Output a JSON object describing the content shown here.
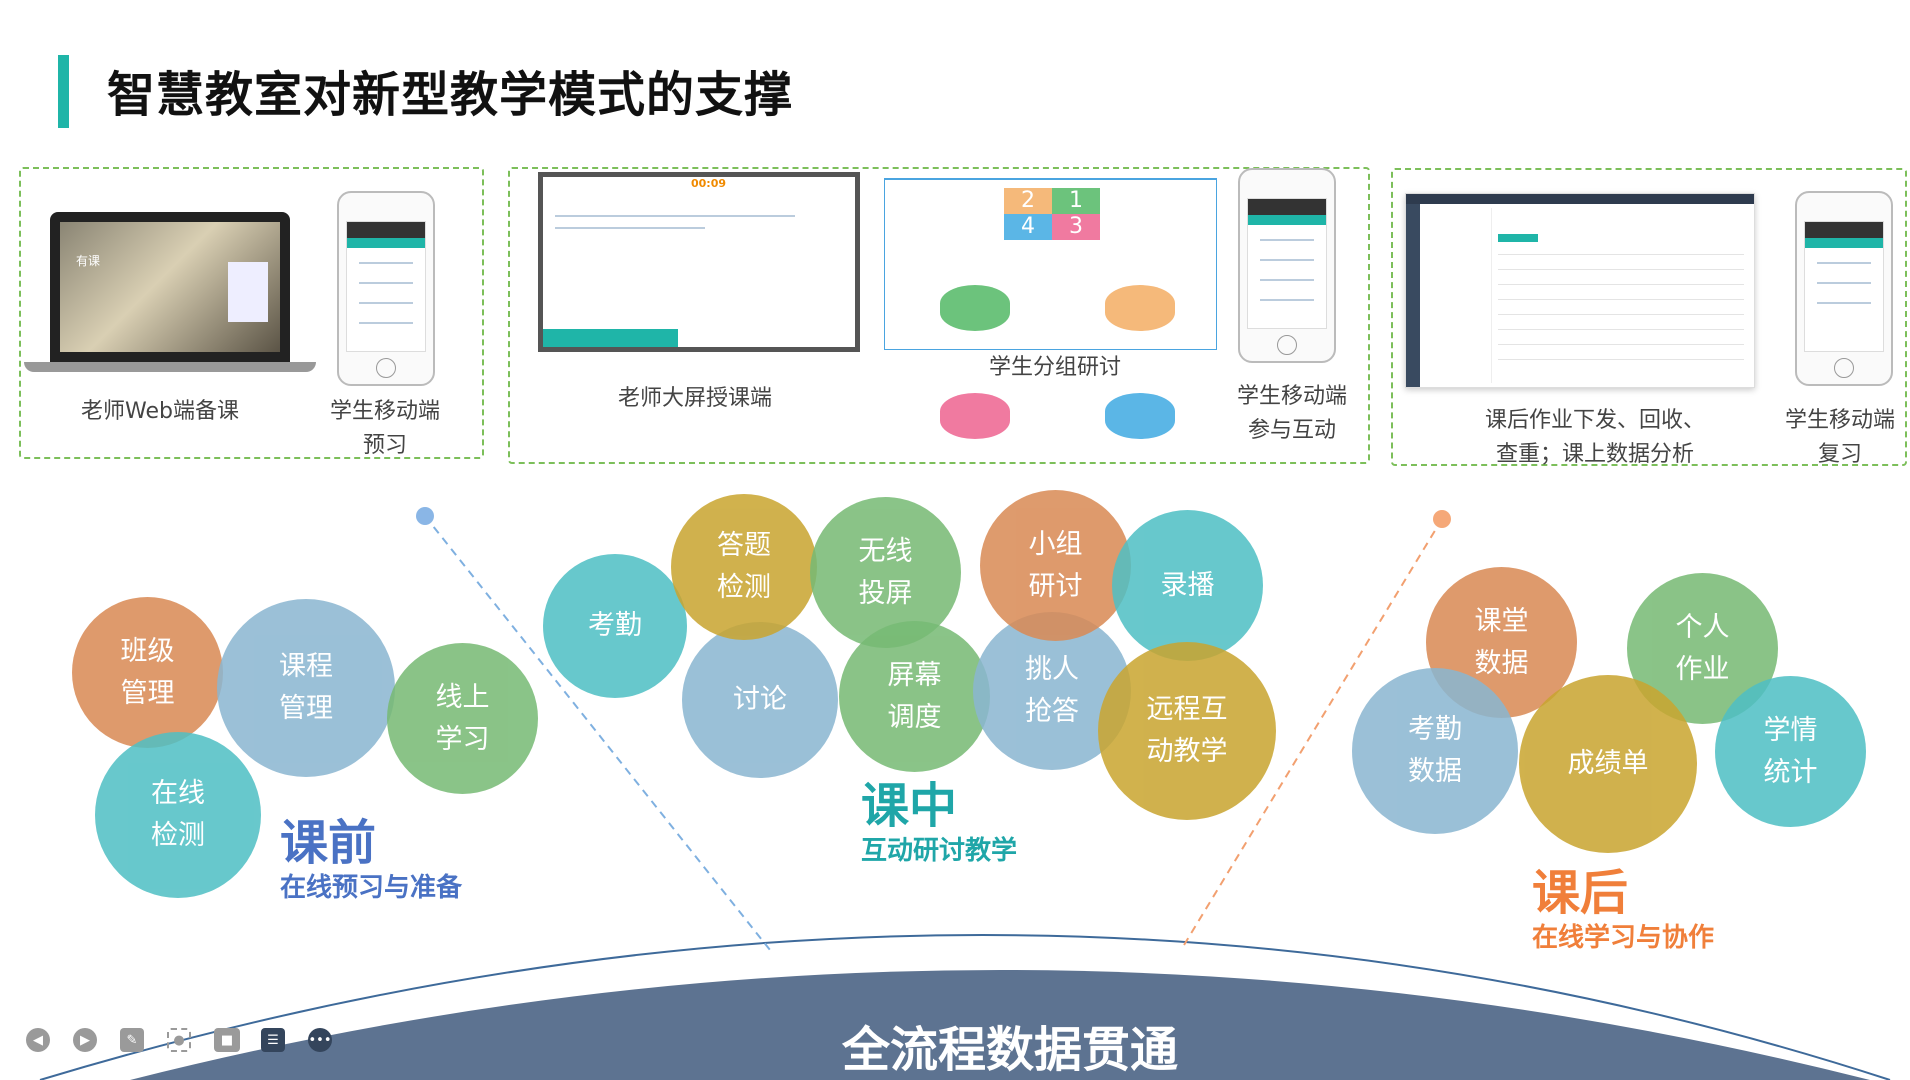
{
  "title": "智慧教室对新型教学模式的支撑",
  "panels": {
    "teacher_web": "老师Web端备课",
    "student_preview": "学生移动端\n预习",
    "teacher_screen": "老师大屏授课端",
    "group_discussion": "学生分组研讨",
    "student_interact": "学生移动端\n参与互动",
    "homework": "课后作业下发、回收、\n查重；课上数据分析",
    "student_review": "学生移动端\n复习",
    "screen_timer": "00:09",
    "laptop_text": "有课"
  },
  "quad_numbers": [
    "2",
    "1",
    "4",
    "3"
  ],
  "phases": {
    "before": {
      "title": "课前",
      "subtitle": "在线预习与准备",
      "color": "#4a72c4"
    },
    "during": {
      "title": "课中",
      "subtitle": "互动研讨教学",
      "color": "#1fa6a8"
    },
    "after": {
      "title": "课后",
      "subtitle": "在线学习与协作",
      "color": "#f07f3a"
    }
  },
  "bubbles": {
    "before": [
      "班级\n管理",
      "课程\n管理",
      "线上\n学习",
      "在线\n检测"
    ],
    "during": [
      "考勤",
      "答题\n检测",
      "无线\n投屏",
      "小组\n研讨",
      "录播",
      "讨论",
      "屏幕\n调度",
      "挑人\n抢答",
      "远程互\n动教学"
    ],
    "after": [
      "课堂\n数据",
      "个人\n作业",
      "考勤\n数据",
      "成绩单",
      "学情\n统计"
    ]
  },
  "bottom": "全流程数据贯通",
  "toolbar": [
    "previous",
    "next",
    "pen",
    "screenshot",
    "camera",
    "comment",
    "more"
  ]
}
